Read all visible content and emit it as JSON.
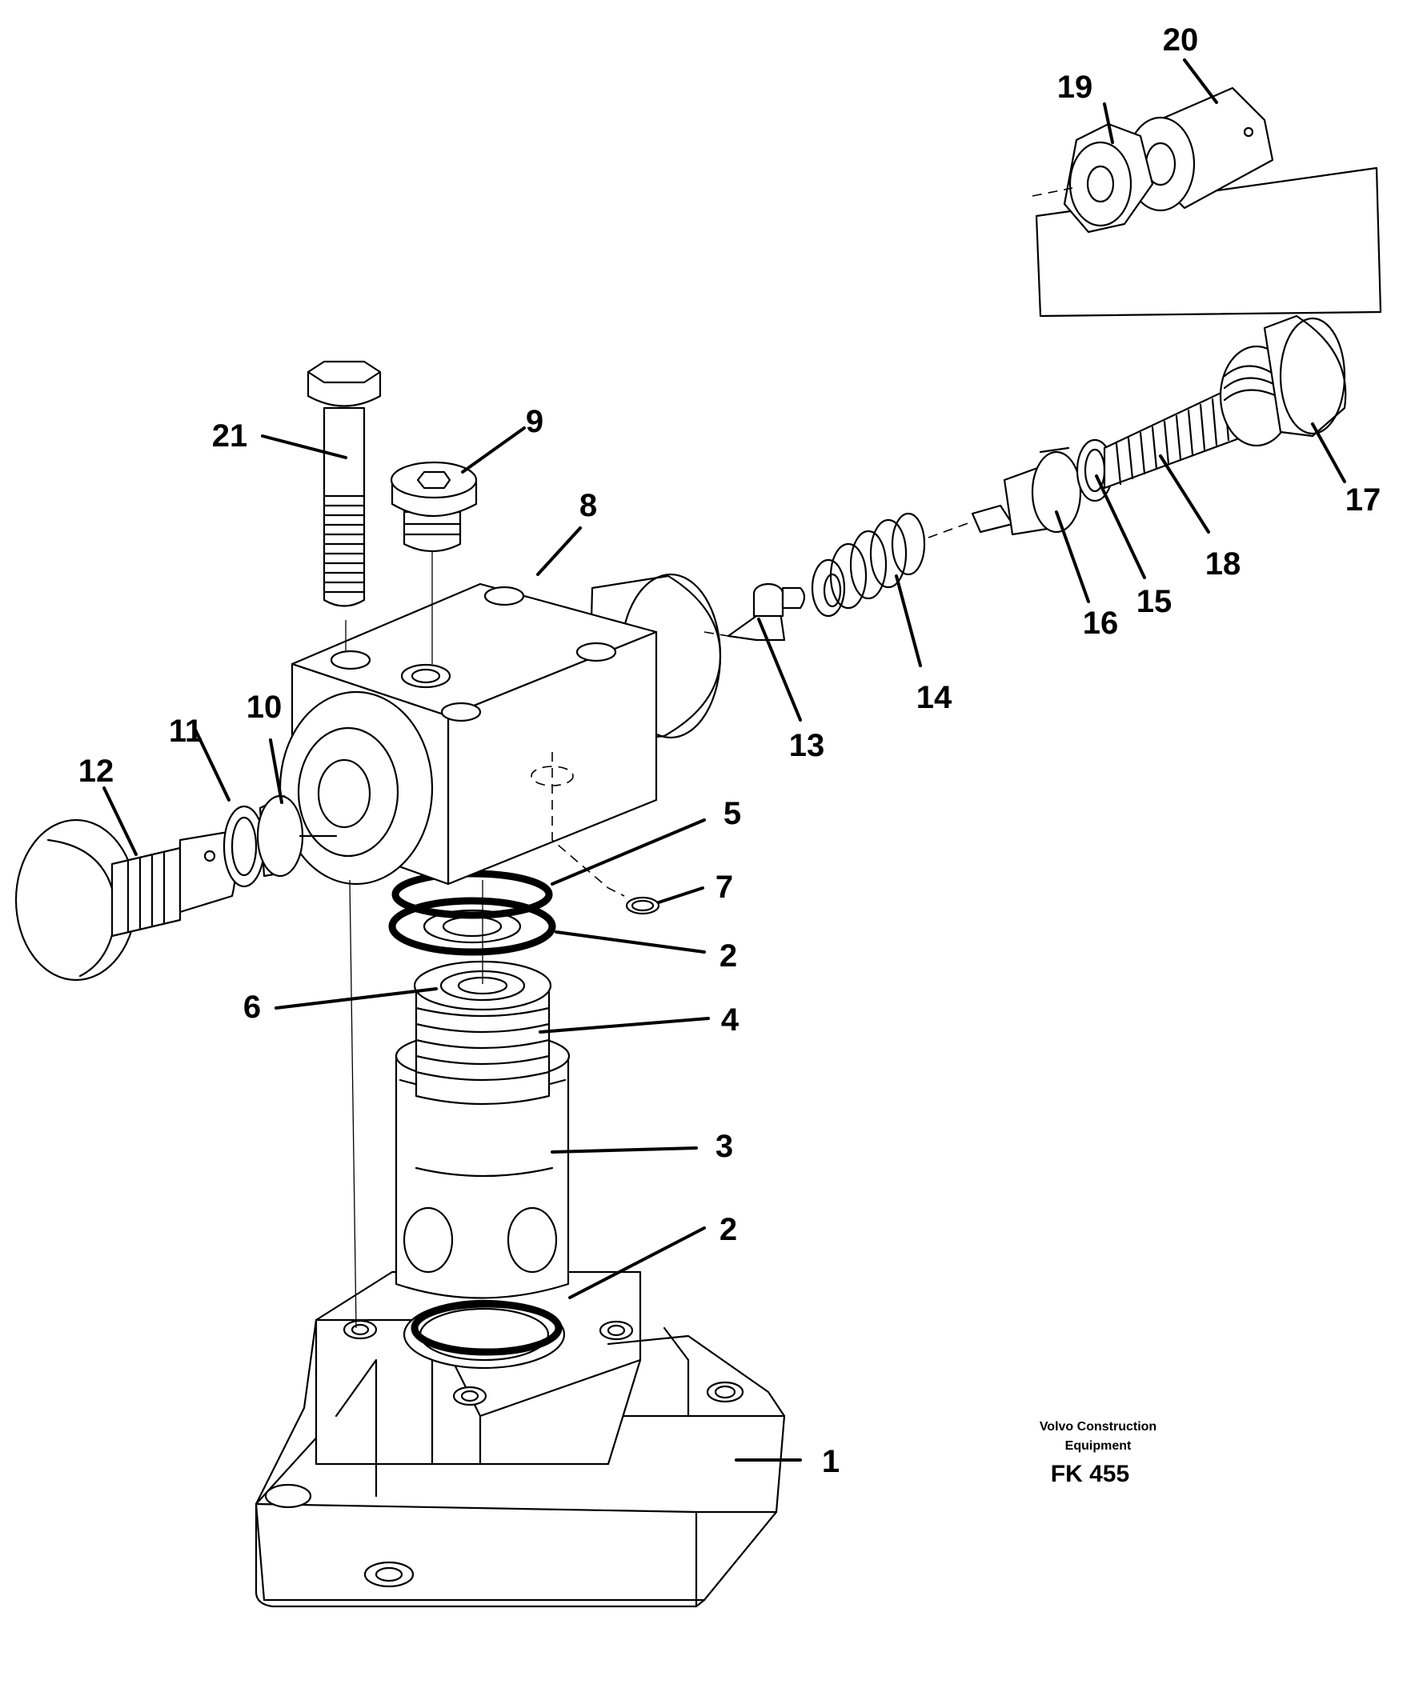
{
  "diagram": {
    "callouts": [
      "1",
      "2",
      "2",
      "3",
      "4",
      "5",
      "6",
      "7",
      "8",
      "9",
      "10",
      "11",
      "12",
      "13",
      "14",
      "15",
      "16",
      "17",
      "18",
      "19",
      "20",
      "21"
    ]
  },
  "credit": {
    "line1": "Volvo Construction",
    "line2": "Equipment",
    "code": "FK 455"
  }
}
